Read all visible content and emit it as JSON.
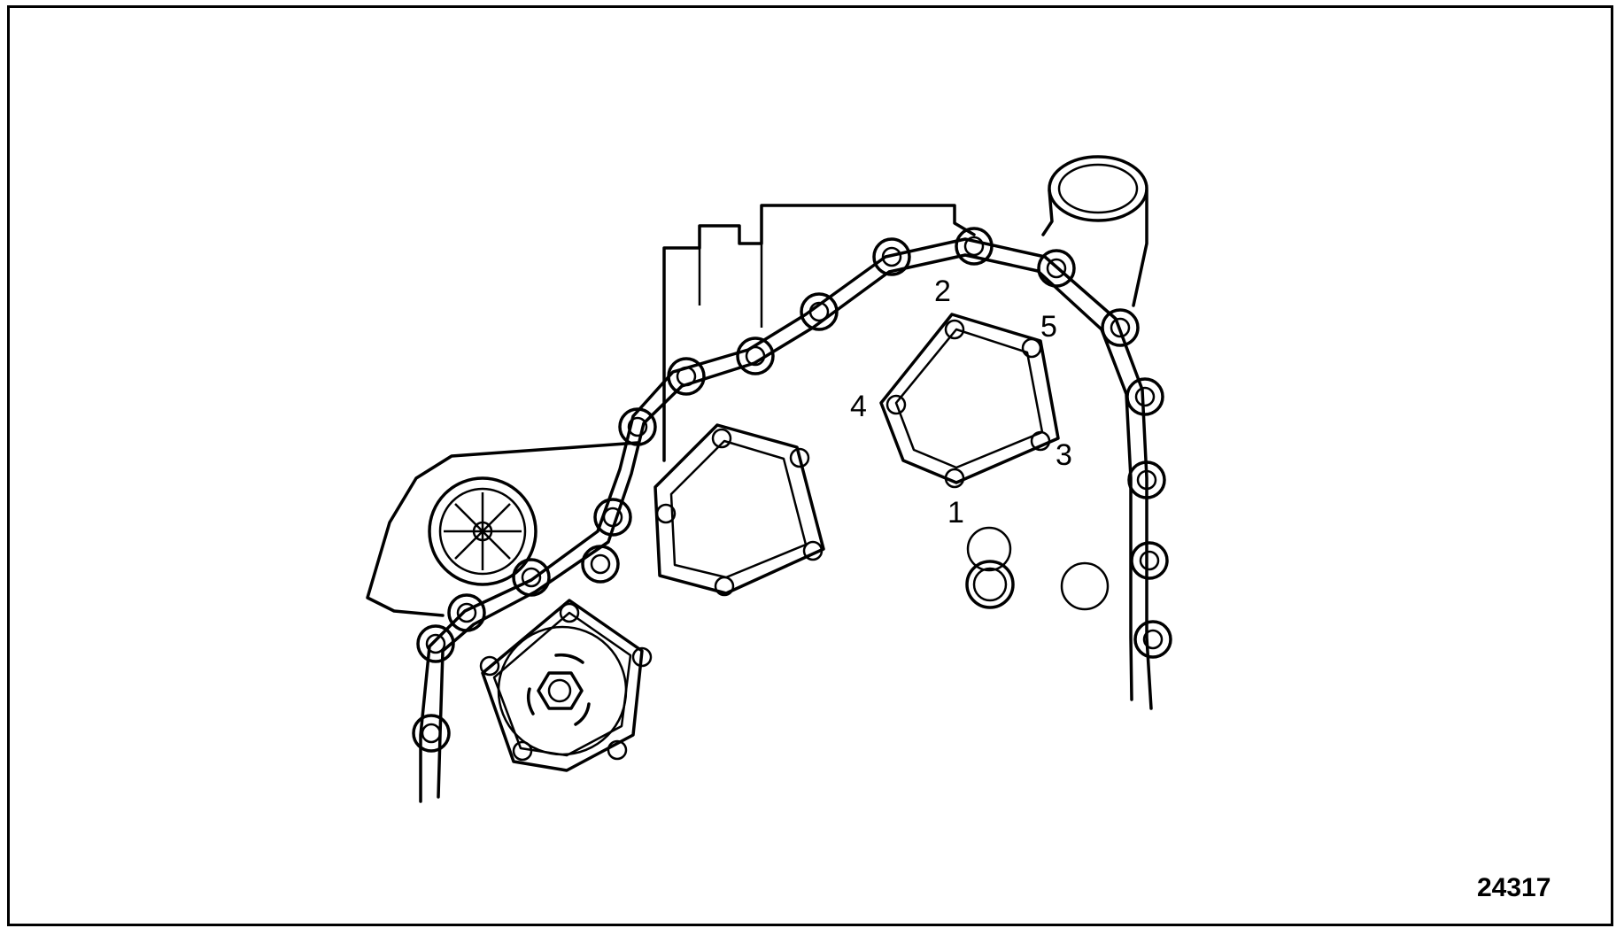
{
  "figure": {
    "number": "24317",
    "bolt_labels": [
      {
        "id": "1",
        "text": "1"
      },
      {
        "id": "2",
        "text": "2"
      },
      {
        "id": "3",
        "text": "3"
      },
      {
        "id": "4",
        "text": "4"
      },
      {
        "id": "5",
        "text": "5"
      }
    ]
  }
}
